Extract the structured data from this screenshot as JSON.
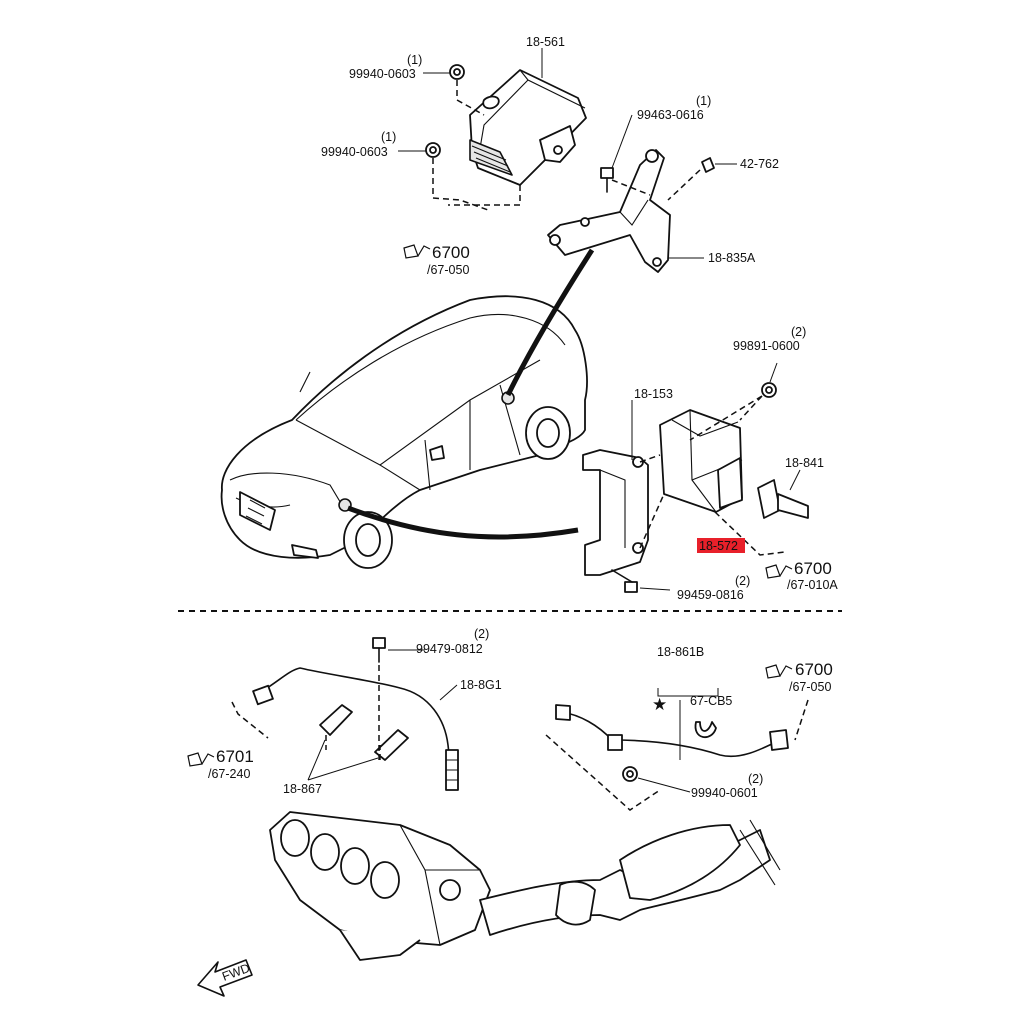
{
  "labels": {
    "part_18_561": "18-561",
    "qty_nut_upper": "(1)",
    "nut_upper": "99940-0603",
    "qty_nut_lower": "(1)",
    "nut_lower": "99940-0603",
    "qty_bolt_99463": "(1)",
    "bolt_99463": "99463-0616",
    "clip_42_762": "42-762",
    "bracket_18_835a": "18-835A",
    "ref_top_num": "6700",
    "ref_top_sub": "/67-050",
    "qty_nut_99891": "(2)",
    "nut_99891": "99891-0600",
    "bracket_18_153": "18-153",
    "part_18_841": "18-841",
    "part_18_572": "18-572",
    "ref_mid_num": "6700",
    "ref_mid_sub": "/67-010A",
    "qty_bolt_99459": "(2)",
    "bolt_99459": "99459-0816",
    "qty_bolt_99479": "(2)",
    "bolt_99479": "99479-0812",
    "sensor_18_8g1": "18-8G1",
    "sensor_18_861b": "18-861B",
    "ref_right_num": "6700",
    "ref_right_sub": "/67-050",
    "clip_67_cb5": "67-CB5",
    "star_mark": "★",
    "ref_left_num": "6701",
    "ref_left_sub": "/67-240",
    "bracket_18_867": "18-867",
    "qty_nut_99940_0601": "(2)",
    "nut_99940_0601": "99940-0601",
    "fwd": "FWD"
  },
  "highlight_color": "#e8202a",
  "icons": {
    "ref_symbol": "book-reference-icon",
    "fwd_arrow": "forward-arrow-icon"
  }
}
